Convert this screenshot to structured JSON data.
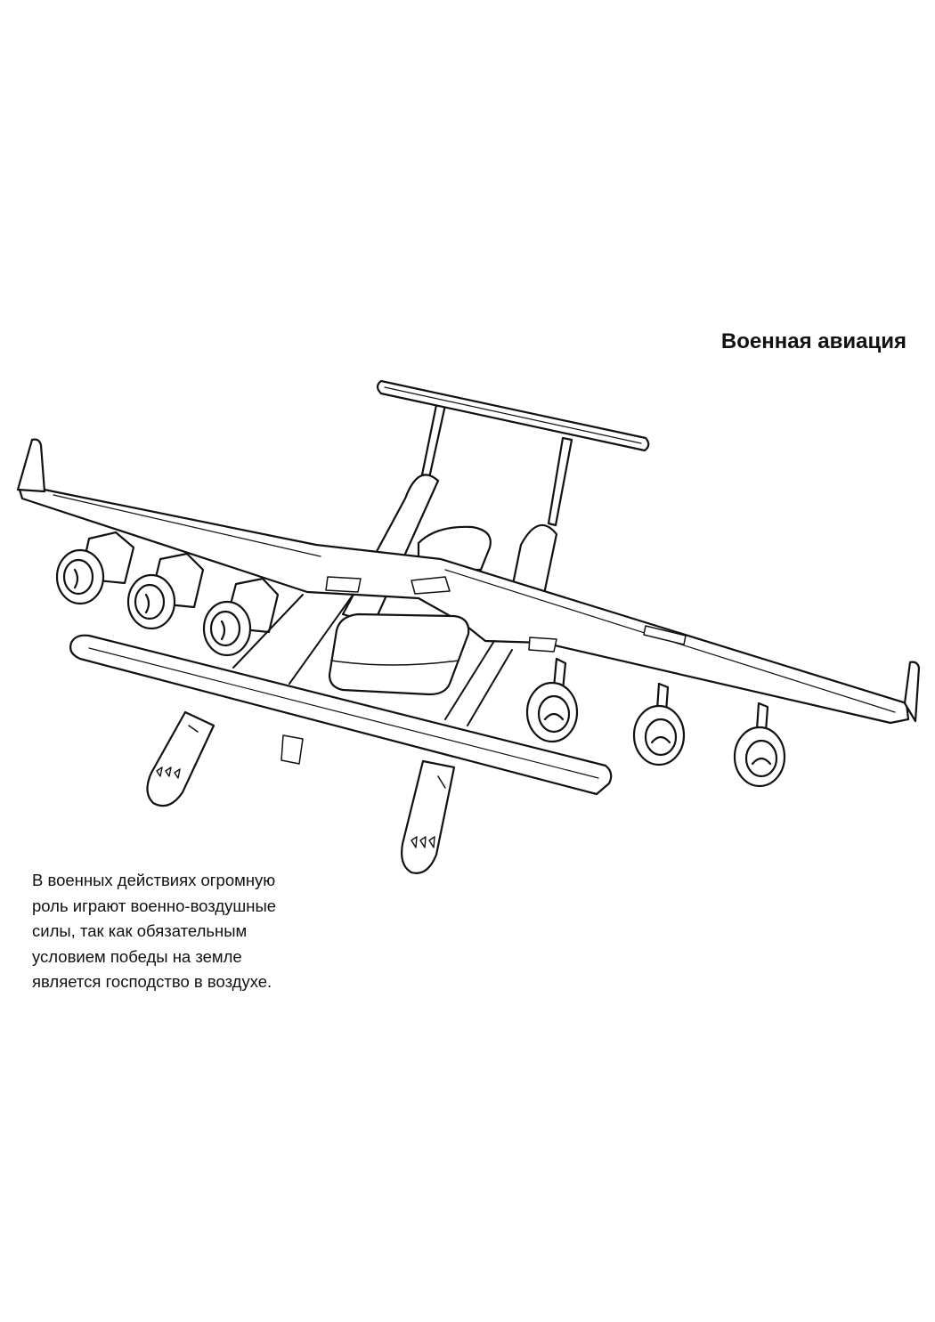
{
  "heading": "Военная авиация",
  "caption": {
    "lines": [
      "В военных действиях огромную",
      "роль играют военно-воздушные",
      "силы, так как обязательным",
      "условием победы на земле",
      "является господство в воздухе."
    ]
  },
  "colors": {
    "ink": "#111111",
    "paper": "#ffffff"
  }
}
